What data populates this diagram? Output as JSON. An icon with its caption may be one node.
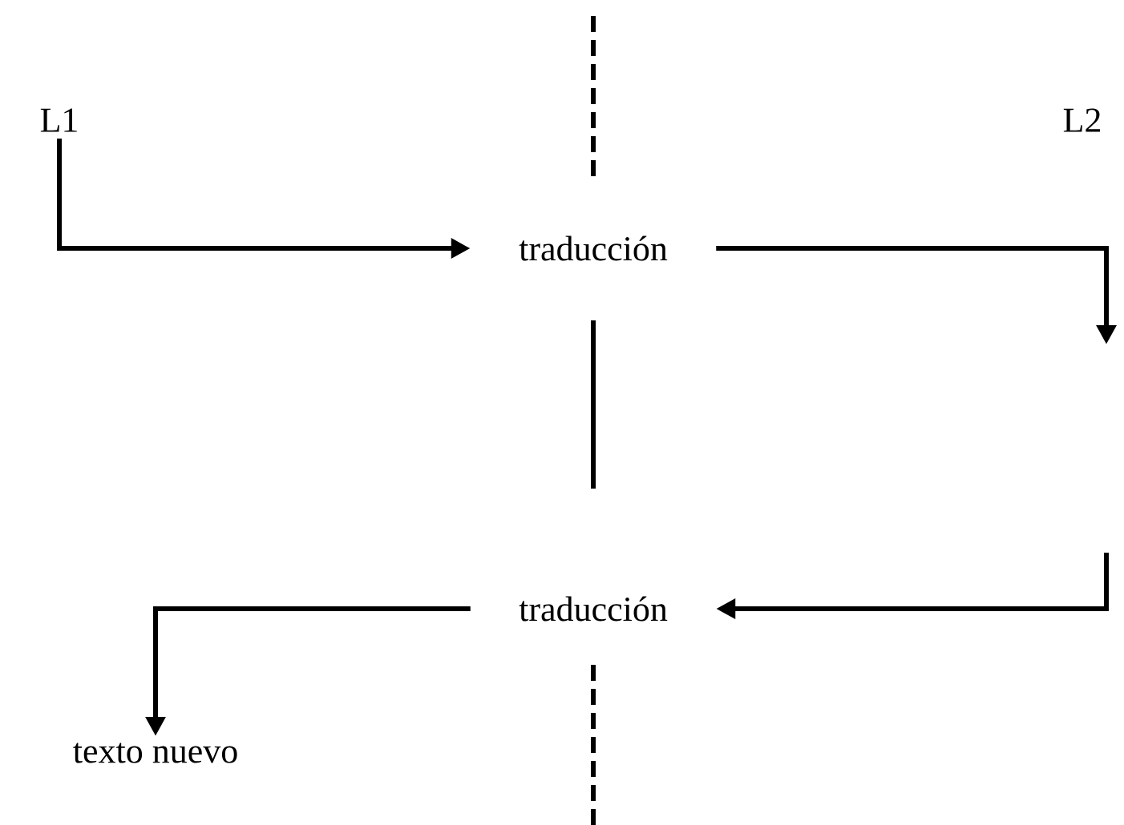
{
  "diagram": {
    "nodes": [
      {
        "text": [
          "L1"
        ]
      },
      {
        "text": [
          "traducción"
        ]
      },
      {
        "text": [
          "traducción"
        ]
      },
      {
        "text": [
          "texto nuevo"
        ]
      }
    ],
    "edges": [
      {
        "from": 0,
        "to": 1,
        "arrow": "to"
      },
      {
        "from": 1,
        "to": null,
        "arrow": "to"
      },
      {
        "from": null,
        "to": 2,
        "arrow": "to"
      },
      {
        "from": 2,
        "to": 3,
        "arrow": "to"
      }
    ],
    "labels": [
      "L2"
    ]
  }
}
